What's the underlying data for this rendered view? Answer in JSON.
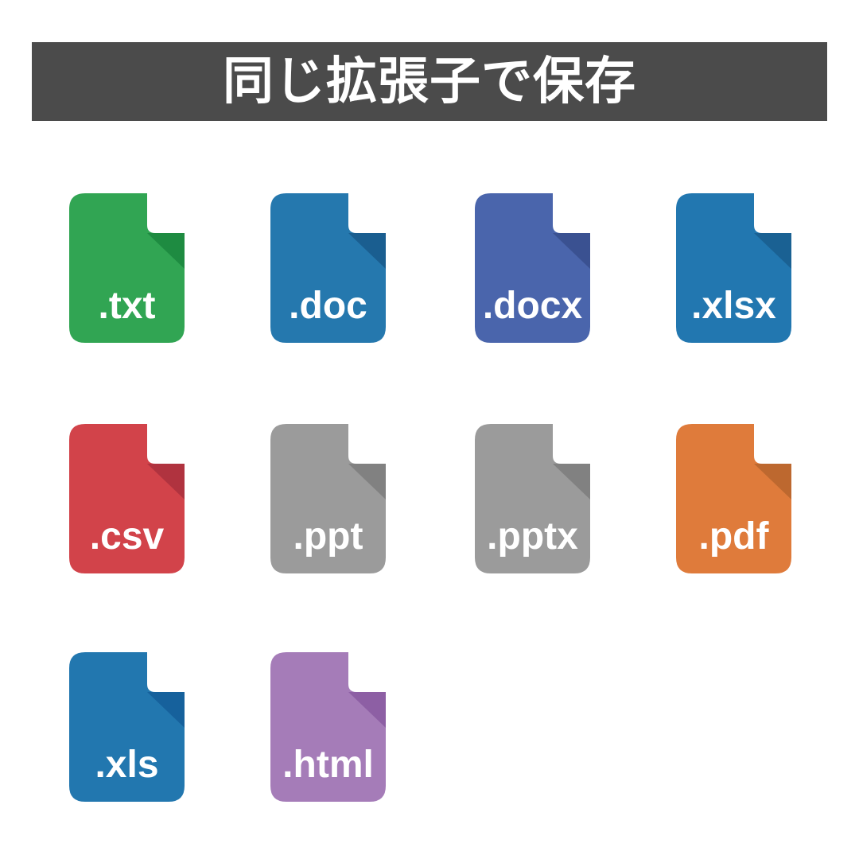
{
  "background": "#FFFFFF",
  "header": {
    "title": "同じ拡張子で保存",
    "bg": "#4B4B4B",
    "text_color": "#FFFFFF"
  },
  "label_color": "#FFFFFF",
  "icons": [
    {
      "label": ".txt",
      "color": "#31A553",
      "fold_color": "#1E8B41"
    },
    {
      "label": ".doc",
      "color": "#2578AE",
      "fold_color": "#1A5E90"
    },
    {
      "label": ".docx",
      "color": "#4A65AC",
      "fold_color": "#3A5191"
    },
    {
      "label": ".xlsx",
      "color": "#2277B0",
      "fold_color": "#1A6193"
    },
    {
      "label": ".csv",
      "color": "#D2434A",
      "fold_color": "#B0333F"
    },
    {
      "label": ".ppt",
      "color": "#9B9B9B",
      "fold_color": "#818181"
    },
    {
      "label": ".pptx",
      "color": "#9B9B9B",
      "fold_color": "#818181"
    },
    {
      "label": ".pdf",
      "color": "#DF7B3B",
      "fold_color": "#BD682F"
    },
    {
      "label": ".xls",
      "color": "#2277AF",
      "fold_color": "#16619C"
    },
    {
      "label": ".html",
      "color": "#A57CB8",
      "fold_color": "#8D5FA4"
    }
  ]
}
